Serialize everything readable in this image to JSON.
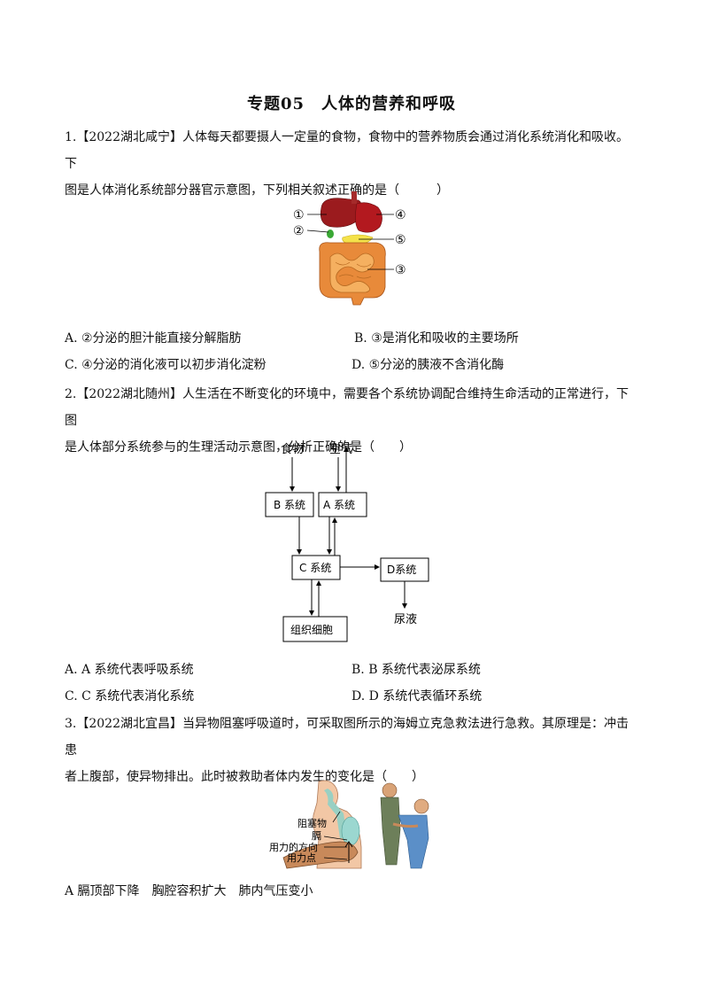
{
  "title": "专题05　人体的营养和呼吸",
  "q1": {
    "line1": "1.【2022湖北咸宁】人体每天都要摄人一定量的食物，食物中的营养物质会通过消化系统消化和吸收。下",
    "line2": "图是人体消化系统部分器官示意图，下列相关叙述正确的是（　　　）",
    "labels": [
      "①",
      "②",
      "③",
      "④",
      "⑤"
    ],
    "options": {
      "A": "A.  ②分泌的胆汁能直接分解脂肪",
      "B": "B.  ③是消化和吸收的主要场所",
      "C": "C.  ④分泌的消化液可以初步消化淀粉",
      "D": "D.  ⑤分泌的胰液不含消化酶"
    }
  },
  "q2": {
    "line1": "2.【2022湖北随州】人生活在不断变化的环境中，需要各个系统协调配合维持生命活动的正常进行，下图",
    "line2": "是人体部分系统参与的生理活动示意图，分析正确的是（　　）",
    "diagram": {
      "food": "食物",
      "air": "空气",
      "b": "B 系统",
      "a": "A 系统",
      "c": "C 系统",
      "d": "D系统",
      "tissue": "组织细胞",
      "urine": "尿液"
    },
    "options": {
      "A": "A. A 系统代表呼吸系统",
      "B": "B. B 系统代表泌尿系统",
      "C": "C. C 系统代表消化系统",
      "D": "D. D 系统代表循环系统"
    }
  },
  "q3": {
    "line1": "3.【2022湖北宜昌】当异物阻塞呼吸道时，可采取图所示的海姆立克急救法进行急救。其原理是：冲击患",
    "line2": "者上腹部，使异物排出。此时被救助者体内发生的变化是（　　）",
    "figure_labels": {
      "obstruction": "阻塞物",
      "diaphragm": "膈",
      "direction": "用力的方向",
      "point": "用力点"
    },
    "options": {
      "A": "A  膈顶部下降　胸腔容积扩大　肺内气压变小"
    }
  }
}
